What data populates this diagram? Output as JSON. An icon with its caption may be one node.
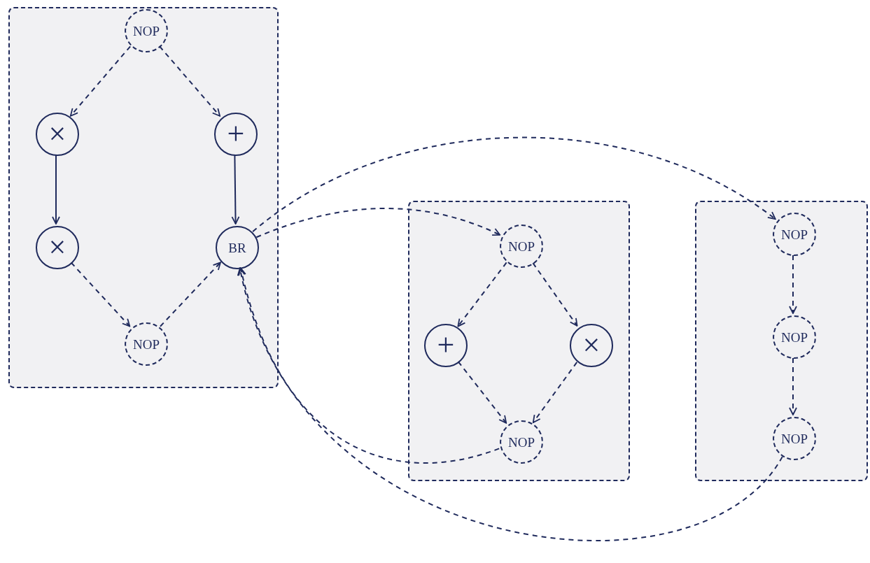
{
  "diagram": {
    "nodes": [
      {
        "text": [],
        "shape": "box"
      },
      {
        "text": [
          "NOP"
        ],
        "in": 0
      },
      {
        "text": [
          "×"
        ],
        "in": 0
      },
      {
        "text": [
          "+"
        ],
        "in": 0
      },
      {
        "text": [
          "×"
        ],
        "in": 0
      },
      {
        "text": [
          "BR"
        ],
        "in": 0
      },
      {
        "text": [
          "NOP"
        ],
        "in": 0
      },
      {
        "text": [],
        "shape": "box"
      },
      {
        "text": [
          "NOP"
        ],
        "in": 7
      },
      {
        "text": [
          "+"
        ],
        "in": 7
      },
      {
        "text": [
          "×"
        ],
        "in": 7
      },
      {
        "text": [
          "NOP"
        ],
        "in": 7
      },
      {
        "text": [],
        "shape": "box"
      },
      {
        "text": [
          "NOP"
        ],
        "in": 12
      },
      {
        "text": [
          "NOP"
        ],
        "in": 12
      },
      {
        "text": [
          "NOP"
        ],
        "in": 12
      }
    ],
    "edges": [
      {
        "from": 1,
        "to": 2,
        "arrow": "to",
        "style": "dashed"
      },
      {
        "from": 1,
        "to": 3,
        "arrow": "to",
        "style": "dashed"
      },
      {
        "from": 2,
        "to": 4,
        "arrow": "to"
      },
      {
        "from": 3,
        "to": 5,
        "arrow": "to"
      },
      {
        "from": 4,
        "to": 6,
        "arrow": "to",
        "style": "dashed"
      },
      {
        "from": 6,
        "to": 5,
        "arrow": "to",
        "style": "dashed"
      },
      {
        "from": 5,
        "to": 13,
        "arrow": "to",
        "style": "dashed"
      },
      {
        "from": 5,
        "to": 8,
        "arrow": "to",
        "style": "dashed"
      },
      {
        "from": 8,
        "to": 9,
        "arrow": "to",
        "style": "dashed"
      },
      {
        "from": 8,
        "to": 10,
        "arrow": "to",
        "style": "dashed"
      },
      {
        "from": 9,
        "to": 11,
        "arrow": "to",
        "style": "dashed"
      },
      {
        "from": 10,
        "to": 11,
        "arrow": "to",
        "style": "dashed"
      },
      {
        "from": 11,
        "to": 5,
        "arrow": "to",
        "style": "dashed"
      },
      {
        "from": 13,
        "to": 14,
        "arrow": "to",
        "style": "dashed"
      },
      {
        "from": 14,
        "to": 15,
        "arrow": "to",
        "style": "dashed"
      },
      {
        "from": 15,
        "to": 5,
        "arrow": "to",
        "style": "dashed"
      }
    ]
  }
}
